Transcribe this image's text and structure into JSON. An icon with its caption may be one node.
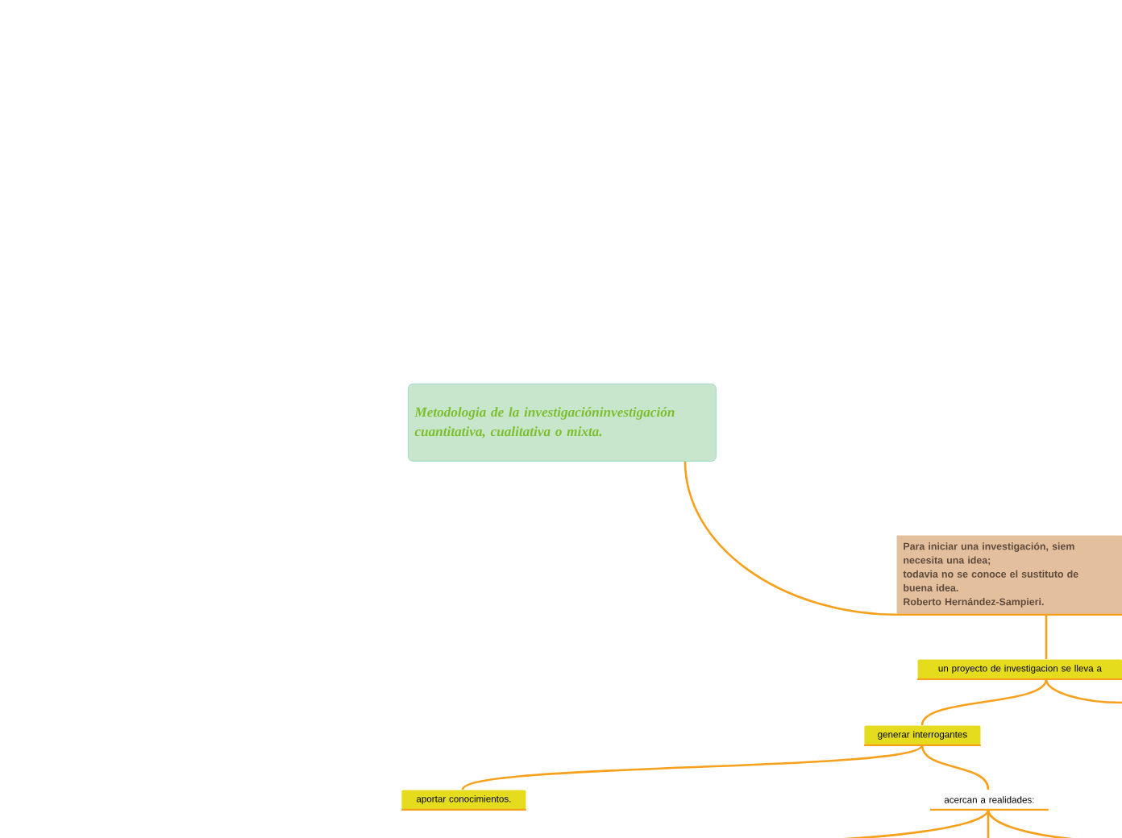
{
  "diagram": {
    "nodes": [
      {
        "text": [
          "Metodologia de la investigacióninvestigación cuantitativa, cualitativa o mixta."
        ]
      },
      {
        "text": [
          "Para iniciar una investigación, siem",
          "necesita una idea;",
          "todavia no se conoce el sustituto de",
          "buena idea.",
          "Roberto Hernández-Sampieri."
        ]
      },
      {
        "text": [
          "un proyecto de investigacion se lleva a"
        ]
      },
      {
        "text": [
          "generar interrogantes"
        ]
      },
      {
        "text": [
          "aportar conocimientos."
        ]
      },
      {
        "text": [
          "acercan a realidades:"
        ]
      }
    ],
    "edges": [
      {
        "from": 0,
        "to": 1,
        "arrow": "none"
      },
      {
        "from": 1,
        "to": 2,
        "arrow": "none"
      },
      {
        "from": 2,
        "to": 3,
        "arrow": "none"
      },
      {
        "from": 2,
        "to": null,
        "arrow": "none"
      },
      {
        "from": 3,
        "to": 4,
        "arrow": "none"
      },
      {
        "from": 3,
        "to": 5,
        "arrow": "none"
      },
      {
        "from": 5,
        "to": null,
        "arrow": "none"
      },
      {
        "from": 5,
        "to": null,
        "arrow": "none"
      },
      {
        "from": 5,
        "to": null,
        "arrow": "none"
      }
    ]
  }
}
